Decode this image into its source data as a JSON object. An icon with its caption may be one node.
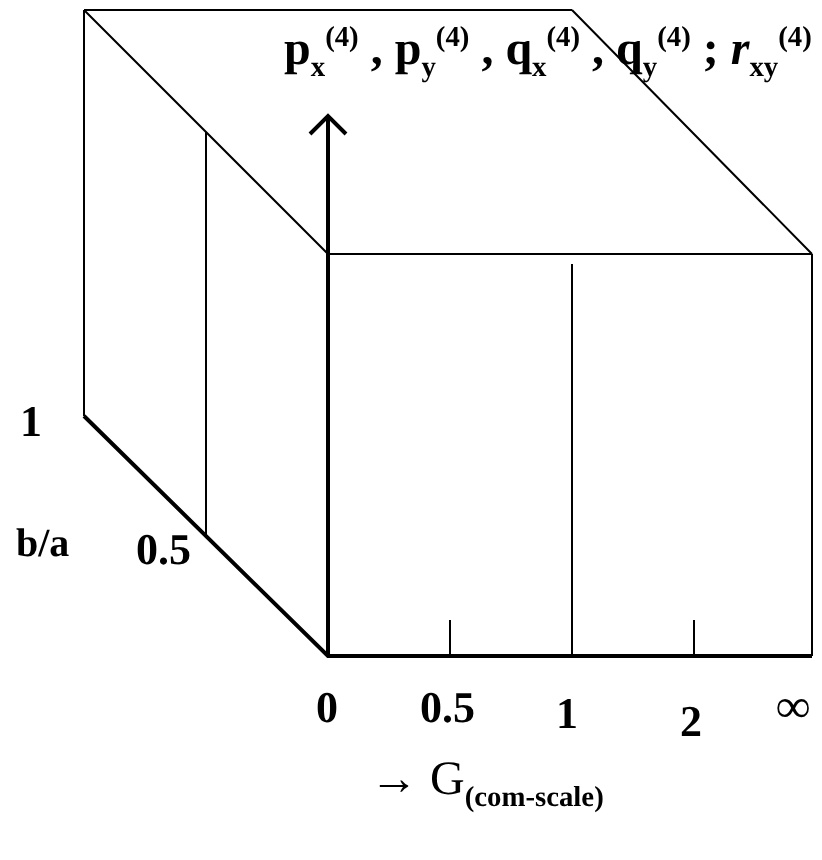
{
  "diagram": {
    "labels": [
      "p$_{x}$$^{(4)}$ , p$_{y}$$^{(4)}$ , q$_{x}$$^{(4)}$ , q$_{y}$$^{(4)}$  ;  *r*$_{xy}$$^{(4)}$",
      "1",
      "b/a",
      "0.5",
      "0",
      "0.5",
      "1",
      "2",
      "∞",
      "→ G$_{(com-scale)}$"
    ]
  }
}
